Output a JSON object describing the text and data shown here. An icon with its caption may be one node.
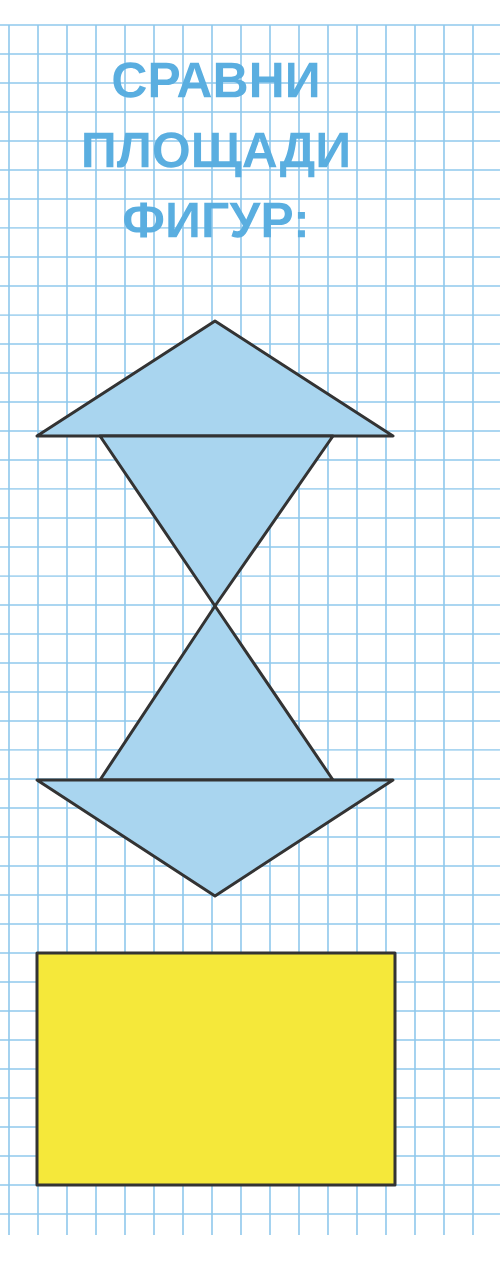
{
  "diagram": {
    "title": "СРАВНИ ПЛОЩАДИ ФИГУР:",
    "nodes": [
      {
        "text": [],
        "shape": "triangle"
      },
      {
        "text": [],
        "shape": "triangle"
      },
      {
        "text": [],
        "shape": "triangle"
      },
      {
        "text": [],
        "shape": "triangle"
      },
      {
        "text": [],
        "shape": "box"
      }
    ]
  }
}
